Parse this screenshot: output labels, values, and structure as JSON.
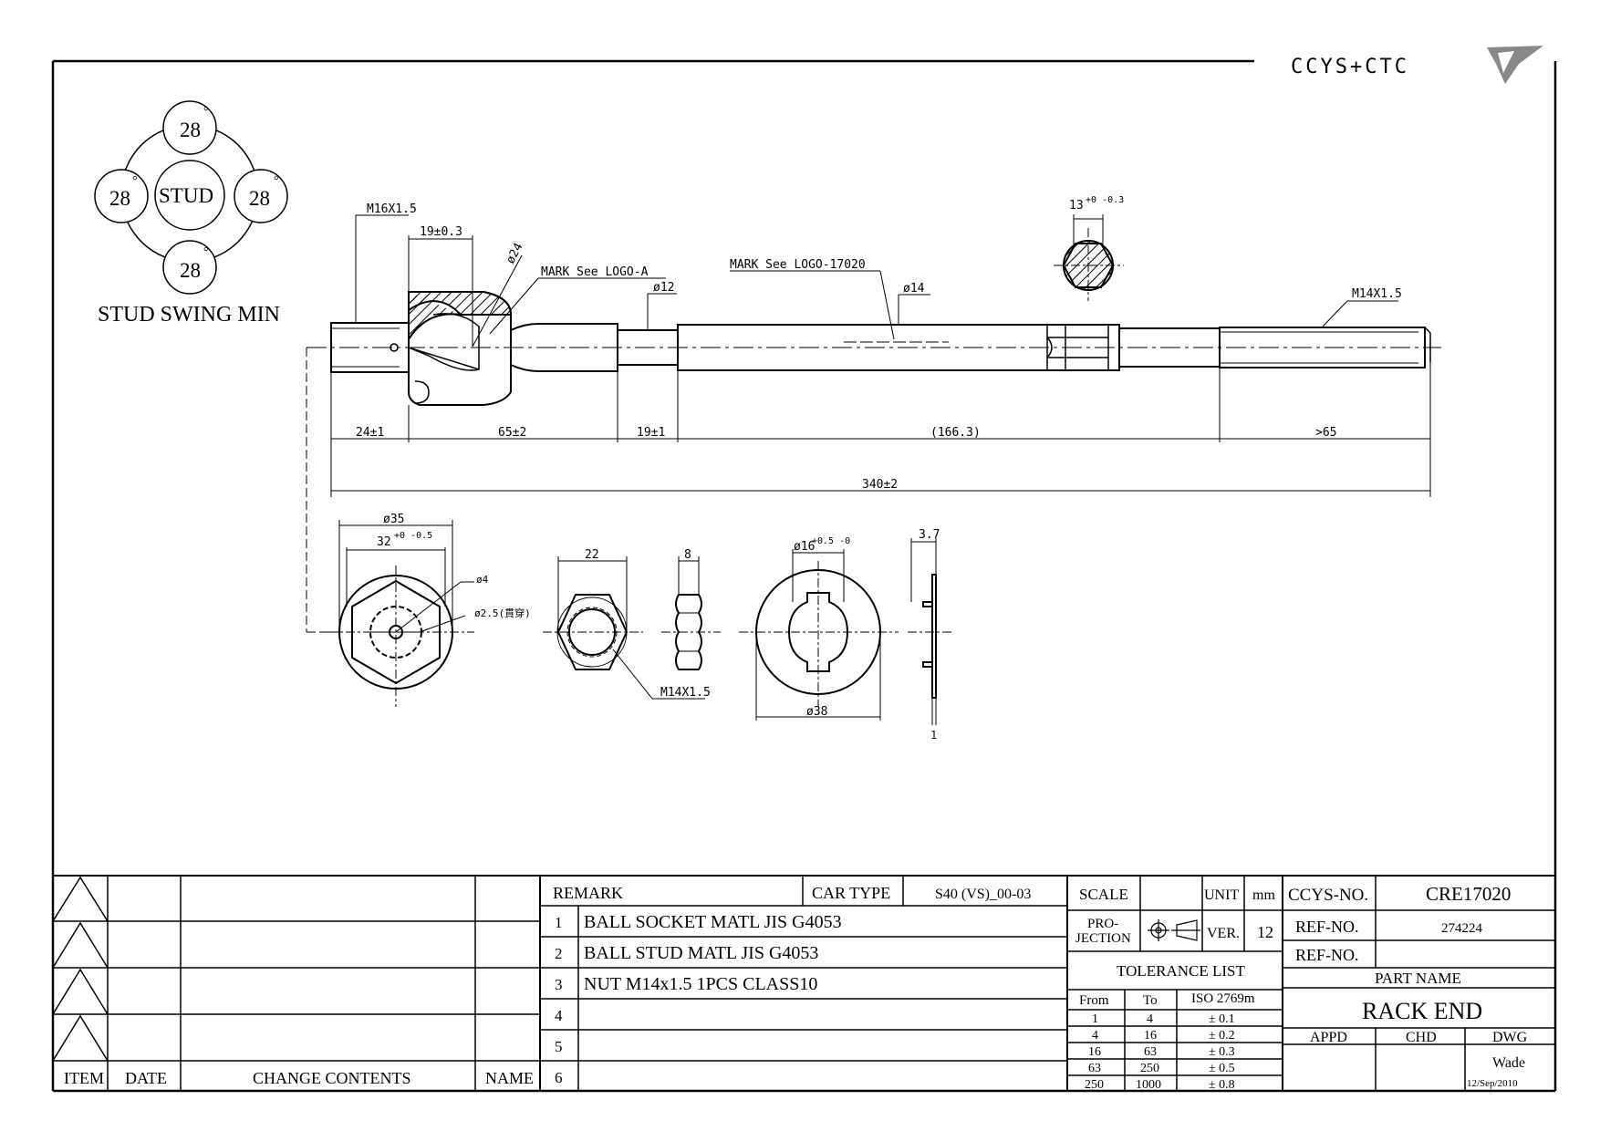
{
  "brand": {
    "logo_text": "CCYS+CTC"
  },
  "swing": {
    "title": "STUD SWING MIN",
    "center": "STUD",
    "angles": [
      "28",
      "28",
      "28",
      "28"
    ],
    "degree": "°"
  },
  "dims": {
    "m16": "M16X1.5",
    "d19": "19±0.3",
    "phi24": "ø24",
    "mark_a": "MARK See LOGO-A",
    "mark_b": "MARK See LOGO-17020",
    "phi12": "ø12",
    "phi14": "ø14",
    "hex13": "13",
    "hex13_tol": "+0 -0.3",
    "m14": "M14X1.5",
    "l24": "24±1",
    "l65": "65±2",
    "l19": "19±1",
    "l166": "(166.3)",
    "l65b": ">65",
    "l340": "340±2",
    "phi35": "ø35",
    "d32": "32",
    "d32_tol": "+0 -0.5",
    "phi4": "ø4",
    "phi25": "ø2.5(貫穿)",
    "nut22": "22",
    "nut8": "8",
    "nut_m14": "M14X1.5",
    "w16": "ø16",
    "w16_tol": "+0.5 -0",
    "w38": "ø38",
    "t37": "3.7",
    "t1": "1"
  },
  "revision": {
    "headers": {
      "item": "ITEM",
      "date": "DATE",
      "contents": "CHANGE CONTENTS",
      "name": "NAME"
    }
  },
  "remarks": {
    "header": "REMARK",
    "car_type_label": "CAR TYPE",
    "car_type_value": "S40 (VS)_00-03",
    "rows": [
      {
        "no": "1",
        "text": "BALL SOCKET MATL JIS G4053"
      },
      {
        "no": "2",
        "text": "BALL STUD MATL JIS G4053"
      },
      {
        "no": "3",
        "text": "NUT M14x1.5 1PCS CLASS10"
      },
      {
        "no": "4",
        "text": ""
      },
      {
        "no": "5",
        "text": ""
      },
      {
        "no": "6",
        "text": ""
      }
    ]
  },
  "info": {
    "scale_label": "SCALE",
    "unit_label": "UNIT",
    "unit_value": "mm",
    "projection_label_1": "PRO-",
    "projection_label_2": "JECTION",
    "ver_label": "VER.",
    "ver_value": "12",
    "tolerance_title": "TOLERANCE LIST",
    "tol_headers": {
      "from": "From",
      "to": "To",
      "iso": "ISO 2769m"
    },
    "tolerance": [
      {
        "from": "1",
        "to": "4",
        "tol": "± 0.1"
      },
      {
        "from": "4",
        "to": "16",
        "tol": "± 0.2"
      },
      {
        "from": "16",
        "to": "63",
        "tol": "± 0.3"
      },
      {
        "from": "63",
        "to": "250",
        "tol": "± 0.5"
      },
      {
        "from": "250",
        "to": "1000",
        "tol": "± 0.8"
      }
    ]
  },
  "title_block": {
    "ccys_label": "CCYS-NO.",
    "ccys_value": "CRE17020",
    "ref_label": "REF-NO.",
    "ref_value": "274224",
    "ref2_label": "REF-NO.",
    "part_name_label": "PART NAME",
    "part_name": "RACK END",
    "appd": "APPD",
    "chd": "CHD",
    "dwg": "DWG",
    "drawn_by": "Wade",
    "date": "12/Sep/2010"
  }
}
